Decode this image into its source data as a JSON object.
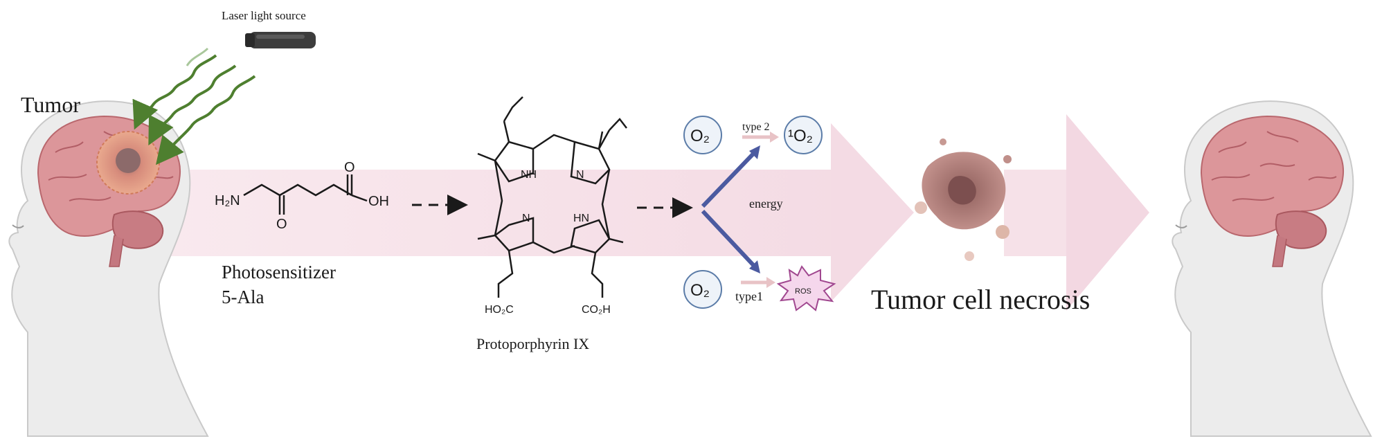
{
  "labels": {
    "laser": "Laser light source",
    "tumor": "Tumor",
    "photosensitizer": "Photosensitizer",
    "ala": "5-Ala",
    "ppix": "Protoporphyrin IX",
    "necrosis": "Tumor cell necrosis",
    "type2": "type 2",
    "type1": "type1",
    "energy": "energy",
    "ros": "ROS"
  },
  "molecule_labels": {
    "h2n": "H₂N",
    "oh": "OH",
    "o_top": "O",
    "o_bottom": "O",
    "nh_top": "NH",
    "n_top": "N",
    "n_bottom": "N",
    "hn_bottom": "HN",
    "ho2c": "HO₂C",
    "co2h": "CO₂H"
  },
  "oxygen": {
    "o2_top": "O₂",
    "singlet": "¹O₂",
    "o2_bottom": "O₂"
  },
  "colors": {
    "band": "#f6e3ea",
    "arrow_blue": "#4b5aa0",
    "laser_green": "#4e7f2f",
    "circle_fill": "#eef3f9",
    "circle_stroke": "#5b7ca8",
    "ros_fill": "#f5d7ec",
    "ros_stroke": "#a0478f",
    "brain": "#d98f94",
    "skin": "#e7e7e7"
  }
}
